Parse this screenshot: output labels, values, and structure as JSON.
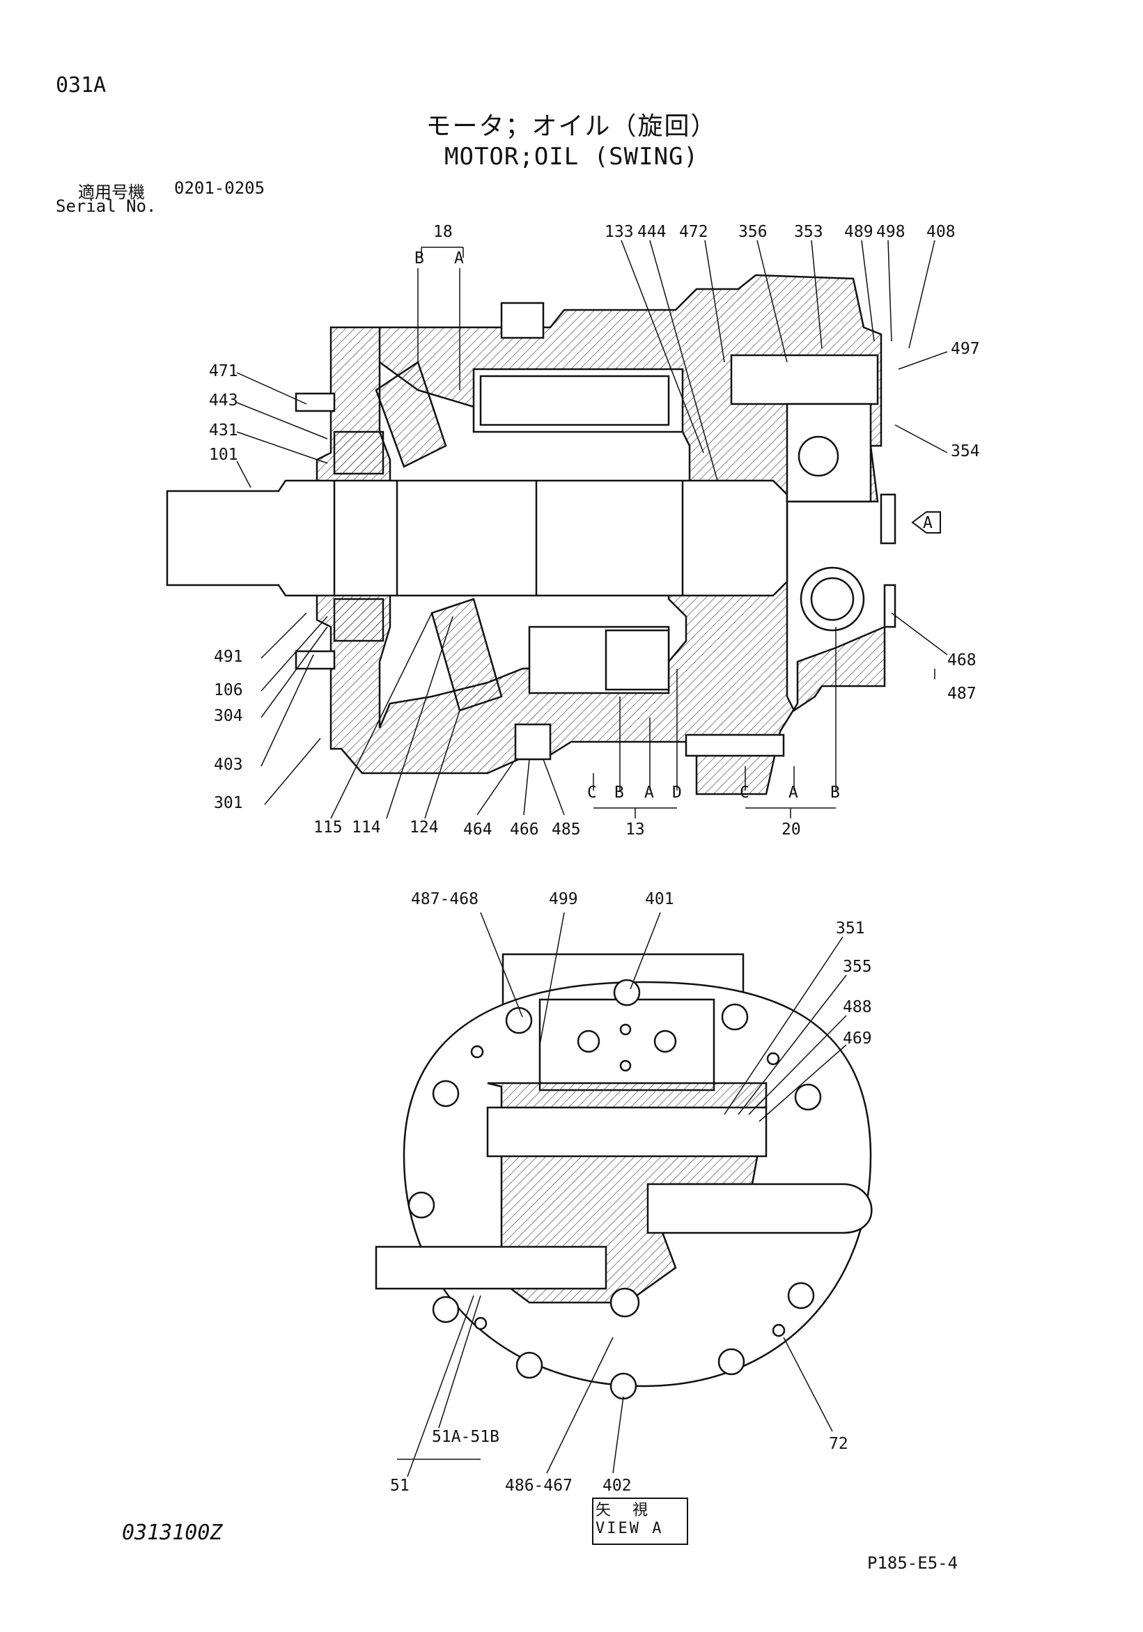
{
  "header": {
    "page_code": "031A",
    "title_ja": "モータ；オイル（旋回）",
    "title_en": "MOTOR;OIL (SWING)",
    "serial_ja": "適用号機",
    "serial_range": "0201-0205",
    "serial_en": "Serial No."
  },
  "top_view_labels": [
    "18",
    "B",
    "A",
    "133",
    "444",
    "472",
    "356",
    "353",
    "489",
    "498",
    "408",
    "497",
    "354",
    "471",
    "443",
    "431",
    "101",
    "491",
    "106",
    "304",
    "403",
    "301",
    "115",
    "114",
    "124",
    "464",
    "466",
    "485",
    "C",
    "B",
    "A",
    "D",
    "13",
    "C",
    "A",
    "B",
    "20",
    "468",
    "487",
    "A"
  ],
  "bottom_view_labels": [
    "487-468",
    "499",
    "401",
    "351",
    "355",
    "488",
    "469",
    "51A-51B",
    "51",
    "486-467",
    "402",
    "72"
  ],
  "view_marker": {
    "ja": "矢 視",
    "en": "VIEW A"
  },
  "footer": {
    "left_code": "0313100Z",
    "right_code": "P185-E5-4"
  }
}
